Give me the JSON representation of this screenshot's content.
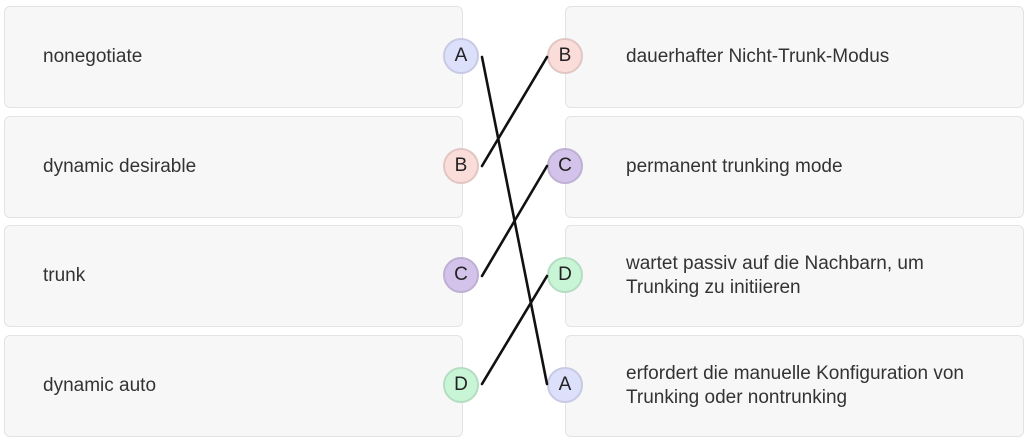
{
  "left_items": [
    {
      "letter": "A",
      "text": "nonegotiate",
      "color": "#dde0fb"
    },
    {
      "letter": "B",
      "text": "dynamic desirable",
      "color": "#fadcd9"
    },
    {
      "letter": "C",
      "text": "trunk",
      "color": "#d3c3ea"
    },
    {
      "letter": "D",
      "text": "dynamic auto",
      "color": "#c8f5d6"
    }
  ],
  "right_items": [
    {
      "letter": "B",
      "text": "dauerhafter Nicht-Trunk-Modus",
      "color": "#fadcd9"
    },
    {
      "letter": "C",
      "text": "permanent trunking mode",
      "color": "#d3c3ea"
    },
    {
      "letter": "D",
      "text": "wartet passiv auf die Nachbarn, um Trunking zu initiieren",
      "color": "#c8f5d6"
    },
    {
      "letter": "A",
      "text": "erfordert die manuelle Konfiguration von Trunking oder nontrunking",
      "color": "#dde0fb"
    }
  ],
  "colors": {
    "line": "#111111",
    "card_bg": "#f7f7f8",
    "card_border": "#e3e3e6"
  }
}
